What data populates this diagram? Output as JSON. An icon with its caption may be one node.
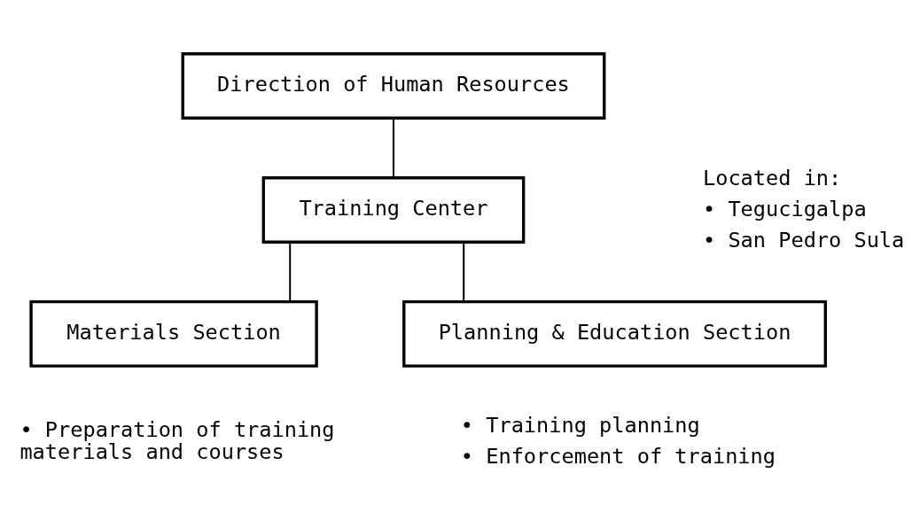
{
  "diagram": {
    "nodes": [
      {
        "text": [
          "Direction of Human Resources"
        ]
      },
      {
        "text": [
          "Training Center"
        ],
        "beside": [
          "Located in:",
          "• Tegucigalpa",
          "• San Pedro Sula"
        ]
      },
      {
        "text": [
          "Materials Section"
        ],
        "beside": [
          "• Preparation of training materials and courses"
        ]
      },
      {
        "text": [
          "Planning & Education Section"
        ],
        "beside": [
          "• Training planning",
          "• Enforcement of training"
        ]
      }
    ],
    "edges": [
      {
        "from": 0,
        "to": 1,
        "arrow": "none"
      },
      {
        "from": 1,
        "to": 2,
        "arrow": "none"
      },
      {
        "from": 1,
        "to": 3,
        "arrow": "none"
      }
    ]
  }
}
